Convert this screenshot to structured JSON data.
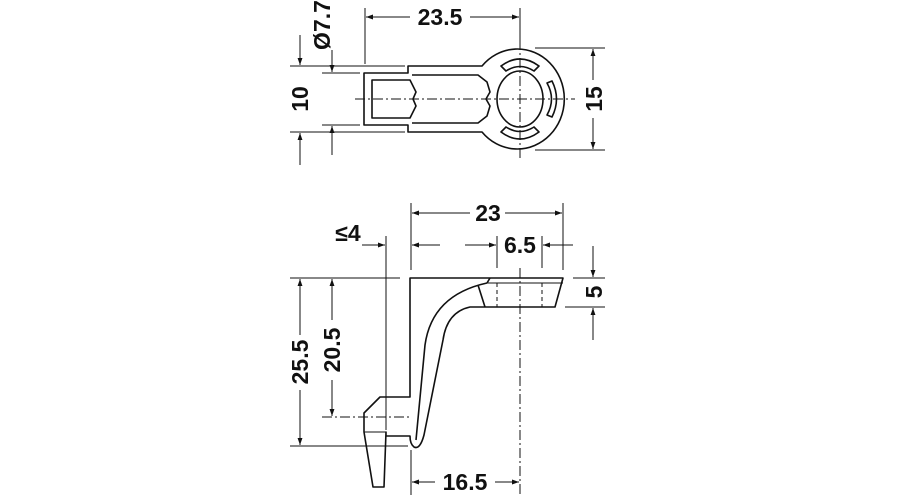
{
  "drawing": {
    "top_view": {
      "width_label": "23.5",
      "diameter_label": "Ø7.7",
      "height_label": "10",
      "head_label": "15"
    },
    "side_view": {
      "total_width_label": "23",
      "hole_width_label": "6.5",
      "max_thickness_label": "≤4",
      "shelf_thickness_label": "5",
      "total_height_label": "25.5",
      "pin_height_label": "20.5",
      "center_distance_label": "16.5"
    },
    "colors": {
      "line": "#111111",
      "background": "#ffffff"
    }
  }
}
